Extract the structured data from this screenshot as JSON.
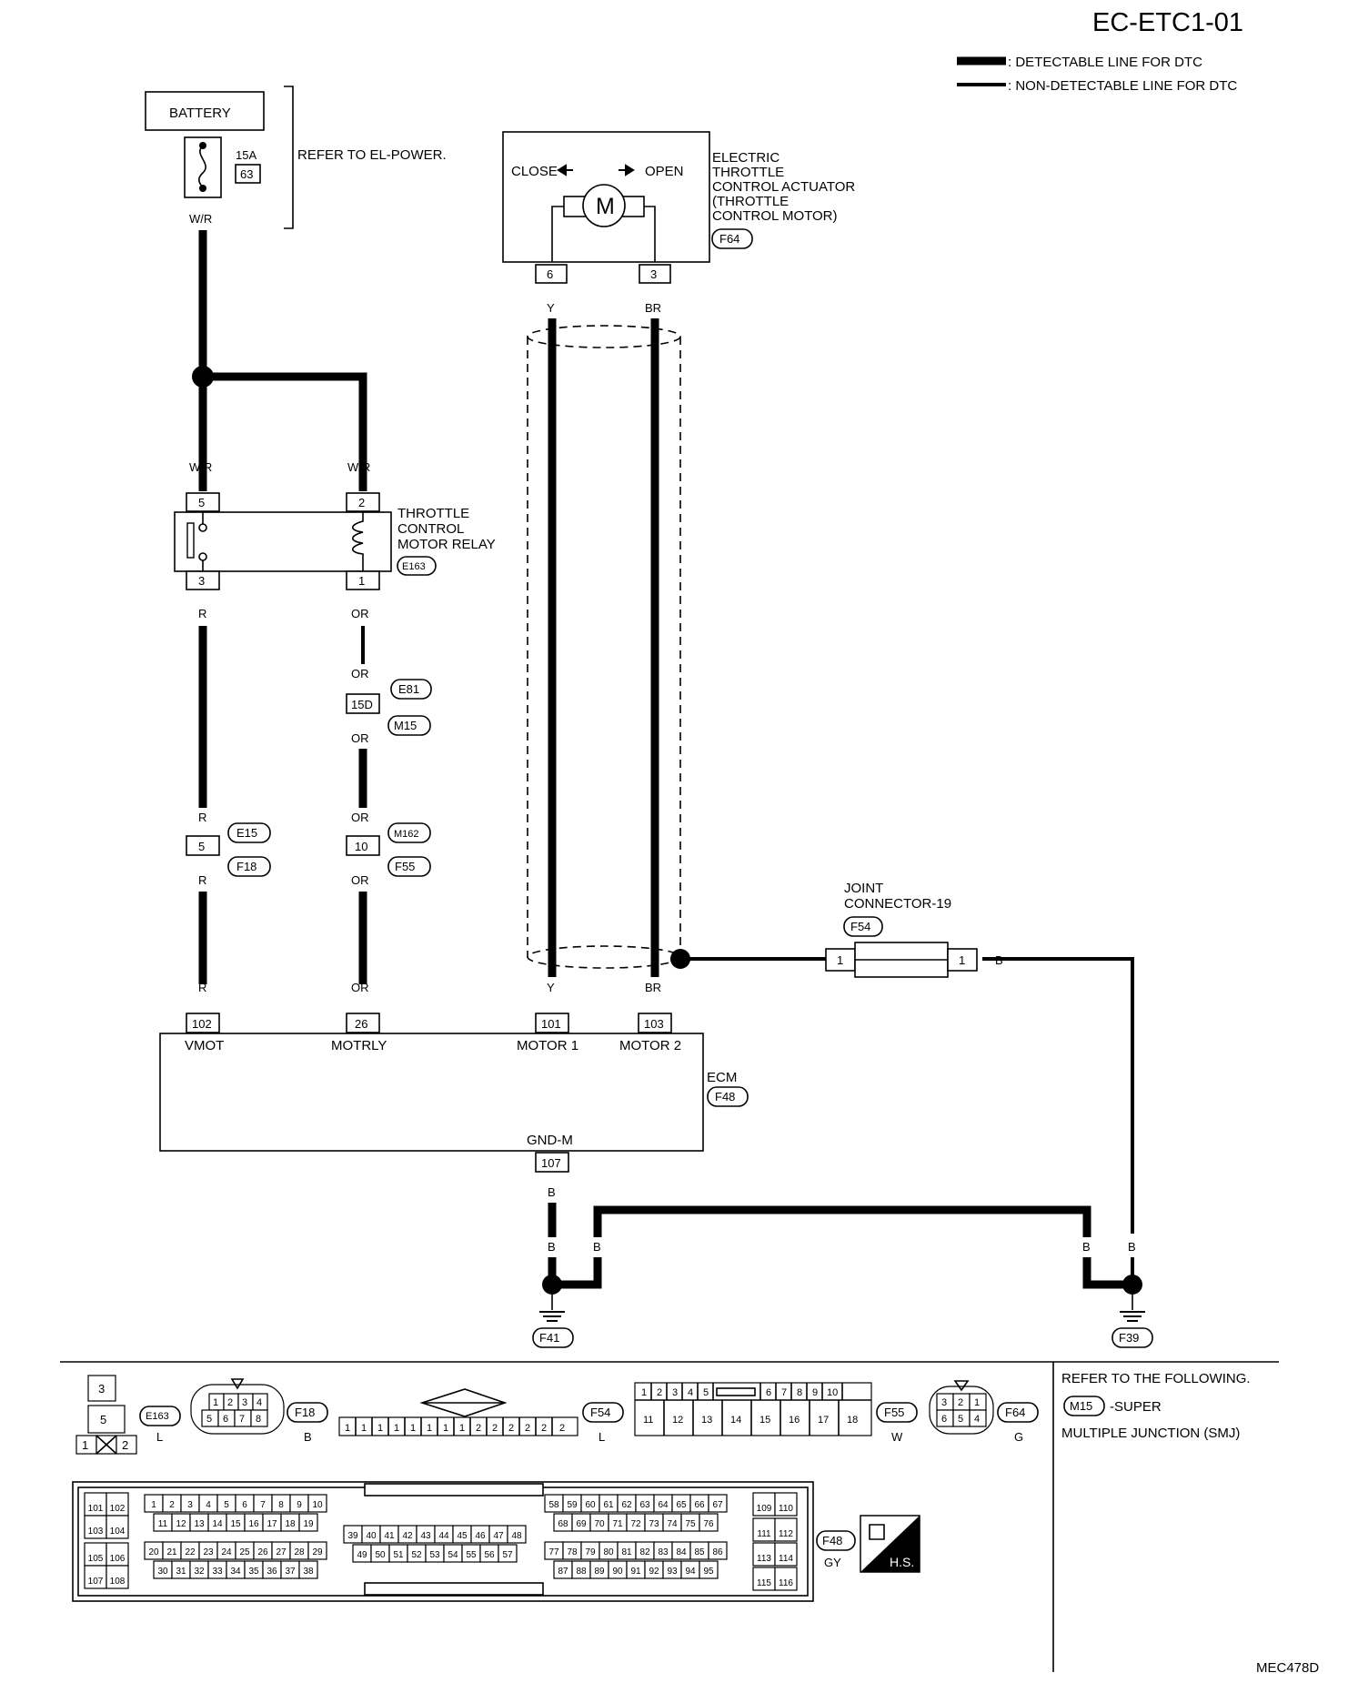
{
  "header": {
    "title": "EC-ETC1-01",
    "figure_id": "MEC478D"
  },
  "legend": {
    "detectable": ": DETECTABLE LINE FOR DTC",
    "non_detectable": ": NON-DETECTABLE LINE FOR DTC"
  },
  "battery": {
    "label": "BATTERY",
    "fuse_rating": "15A",
    "fuse_no": "63",
    "refer": "REFER TO EL-POWER."
  },
  "actuator": {
    "name_lines": [
      "ELECTRIC",
      "THROTTLE",
      "CONTROL ACTUATOR",
      "(THROTTLE",
      "CONTROL MOTOR)"
    ],
    "connector": "F64",
    "close": "CLOSE",
    "open": "OPEN",
    "motor": "M",
    "pin_left": "6",
    "pin_right": "3"
  },
  "relay": {
    "name_lines": [
      "THROTTLE",
      "CONTROL",
      "MOTOR RELAY"
    ],
    "connector": "E163",
    "pins": [
      "5",
      "2",
      "3",
      "1"
    ]
  },
  "wires": {
    "wr": "W/R",
    "r": "R",
    "or": "OR",
    "y": "Y",
    "br": "BR",
    "b": "B"
  },
  "inline_connectors": [
    {
      "pin": "15D",
      "top": "E81",
      "bottom": "M15"
    },
    {
      "pin": "5",
      "top": "E15",
      "bottom": "F18"
    },
    {
      "pin": "10",
      "top": "M162",
      "bottom": "F55"
    }
  ],
  "joint": {
    "label_1": "JOINT",
    "label_2": "CONNECTOR-19",
    "connector": "F54",
    "pin": "1"
  },
  "ecm": {
    "label": "ECM",
    "connector": "F48",
    "terminals": [
      {
        "pin": "102",
        "name": "VMOT"
      },
      {
        "pin": "26",
        "name": "MOTRLY"
      },
      {
        "pin": "101",
        "name": "MOTOR 1"
      },
      {
        "pin": "103",
        "name": "MOTOR 2"
      },
      {
        "pin": "107",
        "name": "GND-M"
      }
    ]
  },
  "grounds": [
    "F41",
    "F39"
  ],
  "connector_views": [
    {
      "id": "E163",
      "color": "L"
    },
    {
      "id": "F18",
      "color": "B"
    },
    {
      "id": "F54",
      "color": "L"
    },
    {
      "id": "F55",
      "color": "W"
    },
    {
      "id": "F64",
      "color": "G"
    },
    {
      "id": "F48",
      "color": "GY"
    }
  ],
  "notes": {
    "refer": "REFER TO THE FOLLOWING.",
    "smj_badge": "M15",
    "smj_text_1": "-SUPER",
    "smj_text_2": "MULTIPLE JUNCTION (SMJ)",
    "hs": "H.S."
  }
}
